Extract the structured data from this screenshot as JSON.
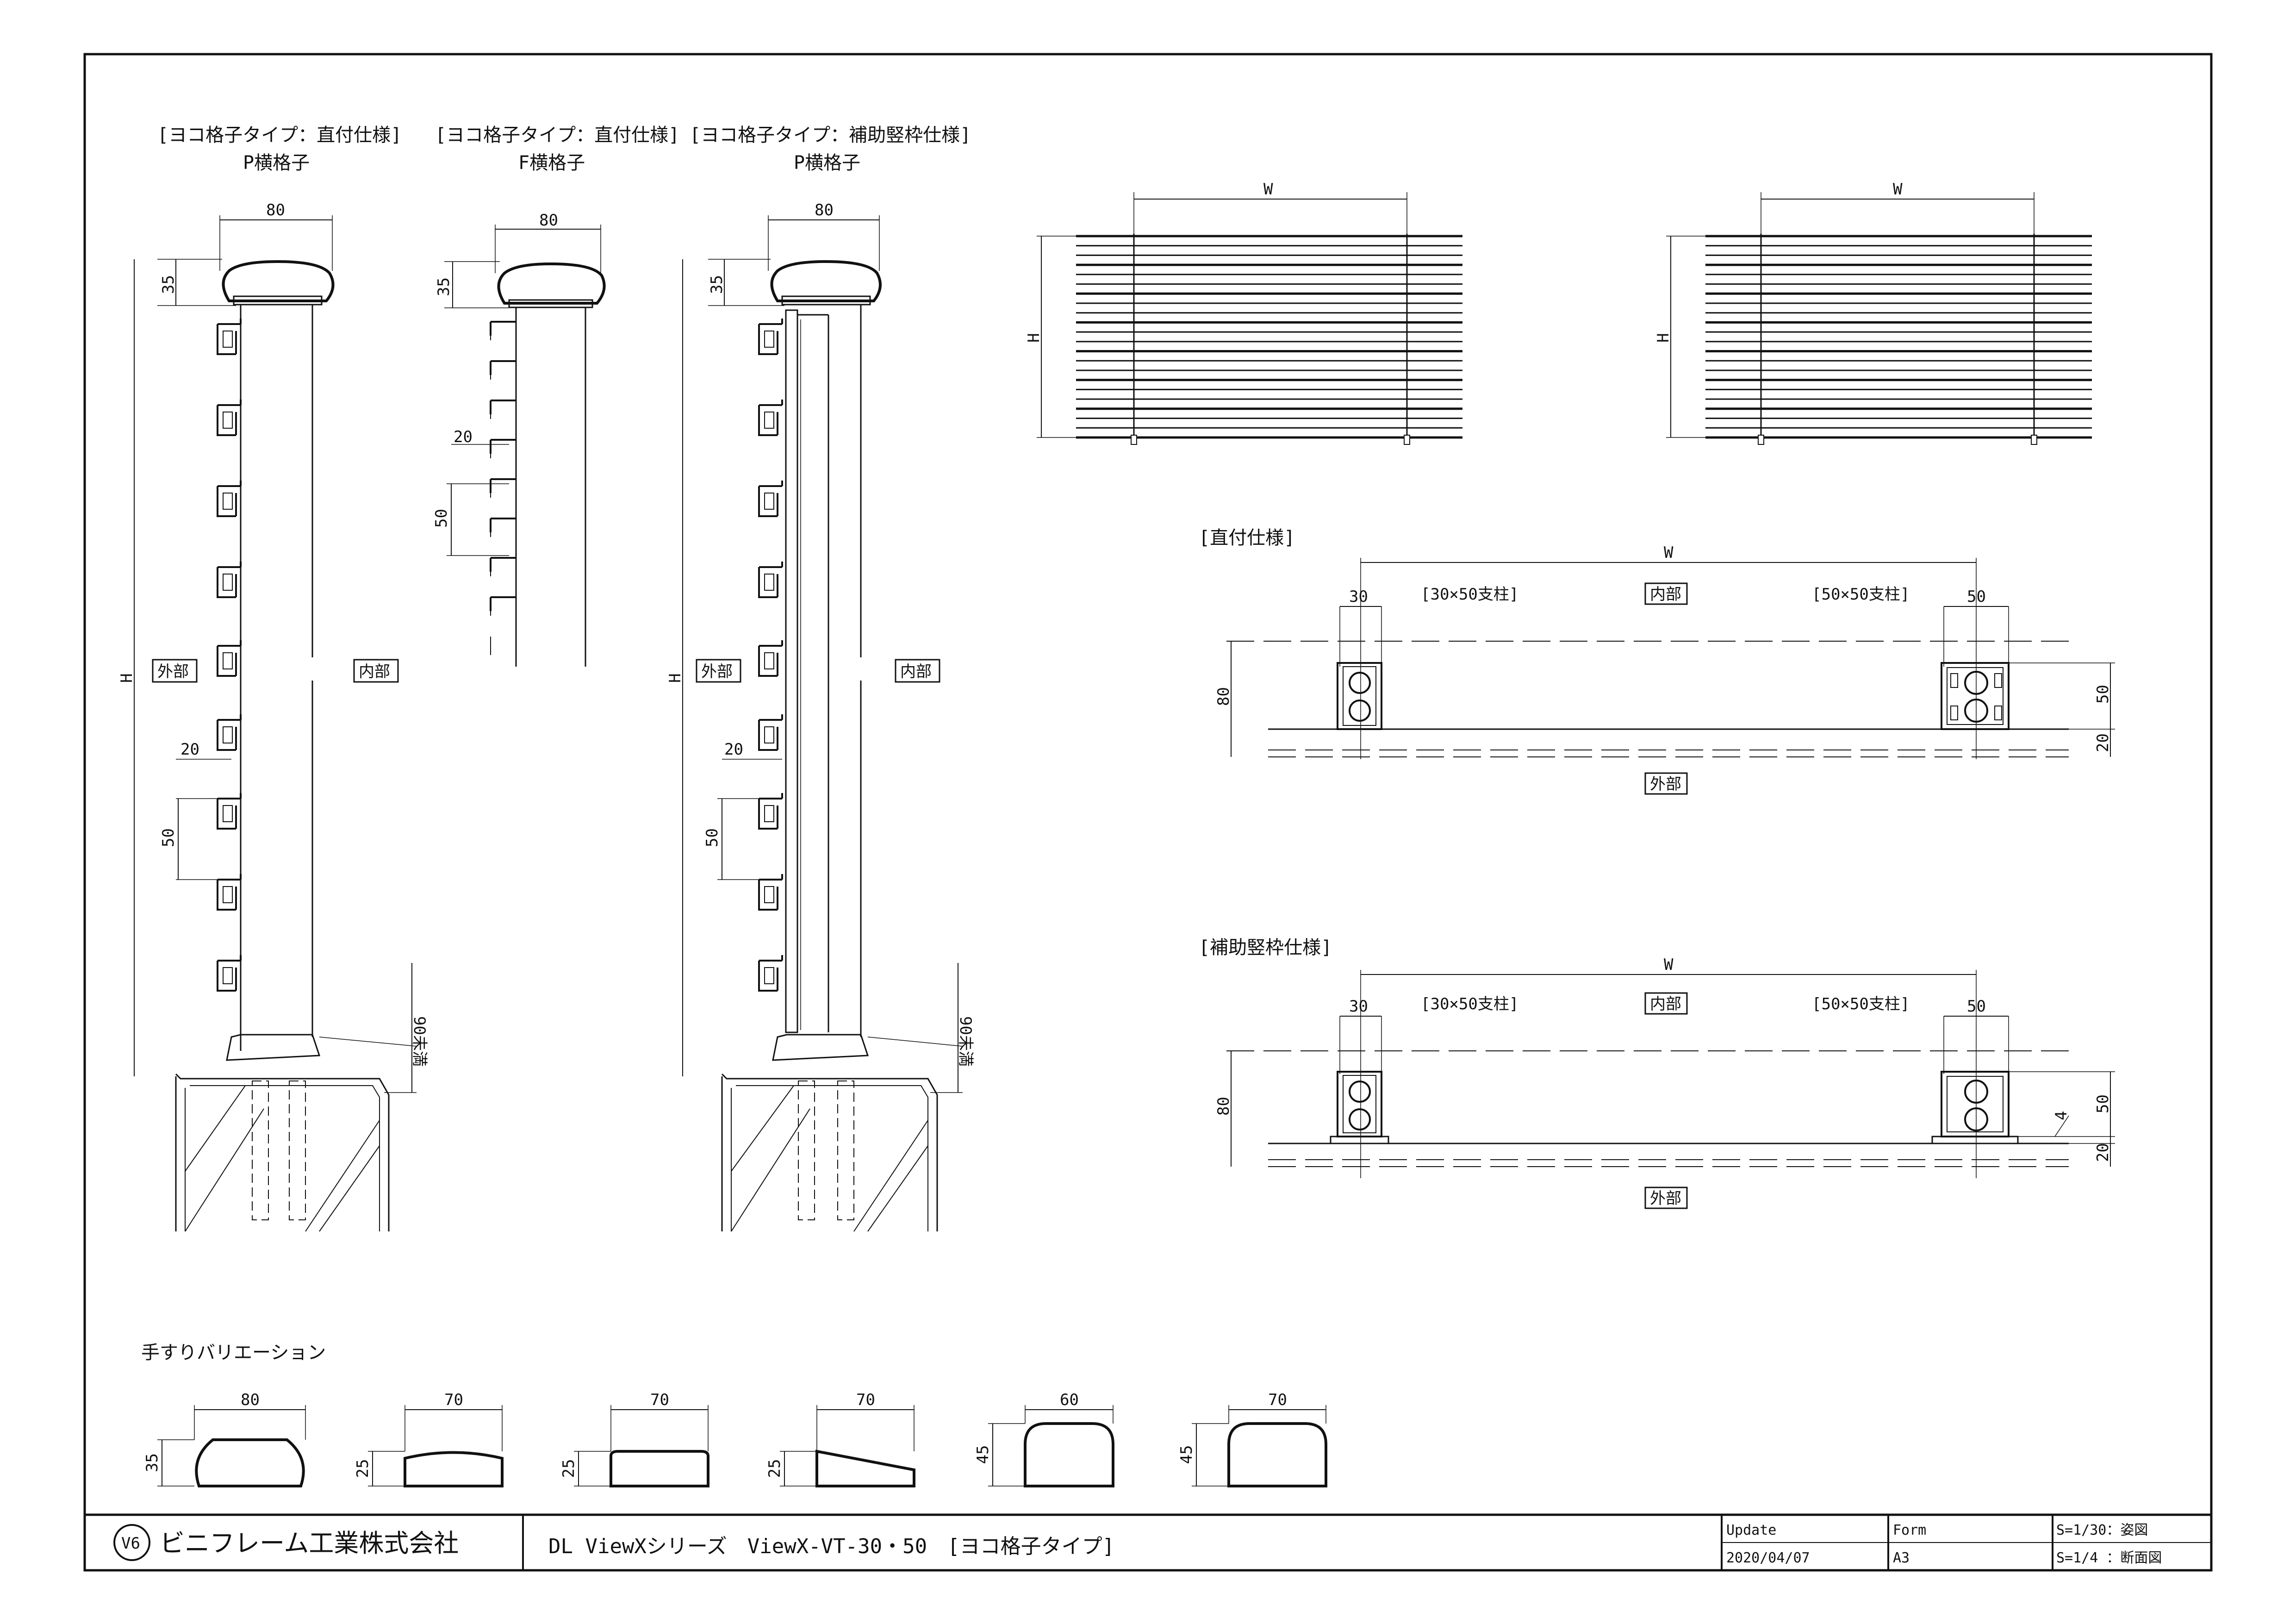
{
  "colors": {
    "line": "#111111",
    "paper": "#ffffff"
  },
  "section_p_direct": {
    "title": "[ヨコ格子タイプ：直付仕様]",
    "subtitle": "P横格子",
    "width": "80",
    "top": "35",
    "height": "H",
    "outside": "外部",
    "inside": "内部",
    "gap": "20",
    "pitch": "50",
    "embed": "90未満"
  },
  "section_f_direct": {
    "title": "[ヨコ格子タイプ：直付仕様]",
    "subtitle": "F横格子",
    "width": "80",
    "top": "35",
    "gap": "20",
    "pitch": "50"
  },
  "section_p_aux": {
    "title": "[ヨコ格子タイプ：補助竪枠仕様]",
    "subtitle": "P横格子",
    "width": "80",
    "top": "35",
    "height": "H",
    "outside": "外部",
    "inside": "内部",
    "gap": "20",
    "pitch": "50",
    "embed": "90未満"
  },
  "elevation": {
    "w_label": "W",
    "h_label": "H"
  },
  "plan_direct": {
    "title": "[直付仕様]",
    "w": "W",
    "left_dim": "30",
    "left_post": "[30×50支柱]",
    "inside": "内部",
    "right_post": "[50×50支柱]",
    "right_dim": "50",
    "depth": "80",
    "post_depth": "50",
    "base": "20",
    "outside": "外部"
  },
  "plan_aux": {
    "title": "[補助竪枠仕様]",
    "w": "W",
    "left_dim": "30",
    "left_post": "[30×50支柱]",
    "inside": "内部",
    "right_post": "[50×50支柱]",
    "right_dim": "50",
    "depth": "80",
    "small": "4",
    "post_depth": "50",
    "base": "20",
    "outside": "外部"
  },
  "handrail": {
    "title": "手すりバリエーション",
    "items": [
      {
        "w": "80",
        "h": "35"
      },
      {
        "w": "70",
        "h": "25"
      },
      {
        "w": "70",
        "h": "25"
      },
      {
        "w": "70",
        "h": "25"
      },
      {
        "w": "60",
        "h": "45"
      },
      {
        "w": "70",
        "h": "45"
      }
    ]
  },
  "titleblock": {
    "company": "ビニフレーム工業株式会社",
    "drawing_title": "DL ViewXシリーズ　ViewX-VT-30・50　[ヨコ格子タイプ]",
    "update_label": "Update",
    "update_value": "2020/04/07",
    "form_label": "Form",
    "form_value": "A3",
    "scale1": "S=1/30：姿図",
    "scale2": "S=1/4 ：断面図"
  }
}
